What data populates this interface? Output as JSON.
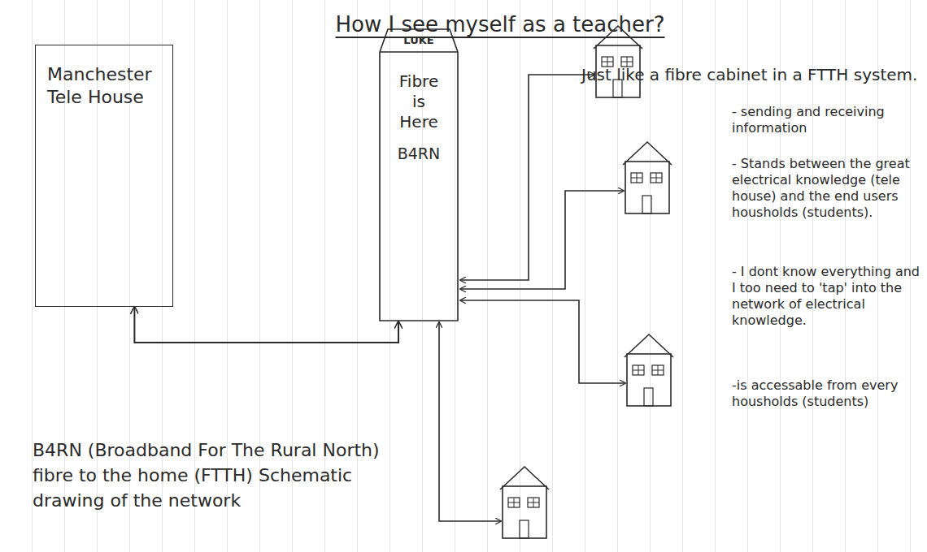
{
  "diagram": {
    "title": "How I see myself as a teacher?",
    "caption": "B4RN (Broadband For The Rural North) fibre to the home (FTTH) Schematic drawing of the network",
    "nodes": [
      {
        "text": [
          "Manchester Tele House"
        ]
      },
      {
        "text": [
          "LUKE",
          "Fibre is Here",
          "B4RN"
        ]
      }
    ],
    "edges": [
      {
        "from": 0,
        "to": 1,
        "arrow": "both"
      }
    ],
    "labels": [
      "Just like a fibre cabinet in a FTTH system.",
      "- sending and receiving information",
      "- Stands between the great electrical knowledge (tele house) and the end users housholds (students).",
      "- I dont know everything and I too need to 'tap' into the network of electrical knowledge.",
      "-is accessable from every housholds (students)"
    ]
  }
}
